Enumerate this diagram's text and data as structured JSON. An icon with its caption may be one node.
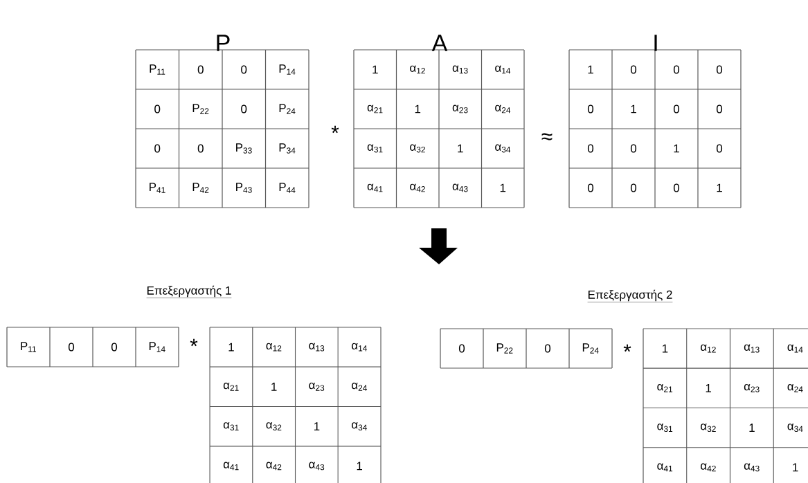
{
  "diagram": {
    "labels": [
      "P",
      "A",
      "I",
      "P$_{11}$",
      "0",
      "0",
      "P$_{14}$",
      "0",
      "P$_{22}$",
      "0",
      "P$_{24}$",
      "0",
      "0",
      "P$_{33}$",
      "P$_{34}$",
      "P$_{41}$",
      "P$_{42}$",
      "P$_{43}$",
      "P$_{44}$",
      "*",
      "1",
      "α$_{12}$",
      "α$_{13}$",
      "α$_{14}$",
      "α$_{21}$",
      "1",
      "α$_{23}$",
      "α$_{24}$",
      "α$_{31}$",
      "α$_{32}$",
      "1",
      "α$_{34}$",
      "α$_{41}$",
      "α$_{42}$",
      "α$_{43}$",
      "1",
      "≈",
      "1",
      "0",
      "0",
      "0",
      "0",
      "1",
      "0",
      "0",
      "0",
      "0",
      "1",
      "0",
      "0",
      "0",
      "0",
      "1",
      "Επεξεργαστής 1",
      "Επεξεργαστής 2",
      "P$_{11}$",
      "0",
      "0",
      "P$_{14}$",
      "*",
      "1",
      "α$_{12}$",
      "α$_{13}$",
      "α$_{14}$",
      "α$_{21}$",
      "1",
      "α$_{23}$",
      "α$_{24}$",
      "α$_{31}$",
      "α$_{32}$",
      "1",
      "α$_{34}$",
      "α$_{41}$",
      "α$_{42}$",
      "α$_{43}$",
      "1",
      "0",
      "P$_{22}$",
      "0",
      "P$_{24}$",
      "*",
      "1",
      "α$_{12}$",
      "α$_{13}$",
      "α$_{14}$",
      "α$_{21}$",
      "1",
      "α$_{23}$",
      "α$_{24}$",
      "α$_{31}$",
      "α$_{32}$",
      "1",
      "α$_{34}$",
      "α$_{41}$",
      "α$_{42}$",
      "α$_{43}$",
      "1"
    ]
  }
}
